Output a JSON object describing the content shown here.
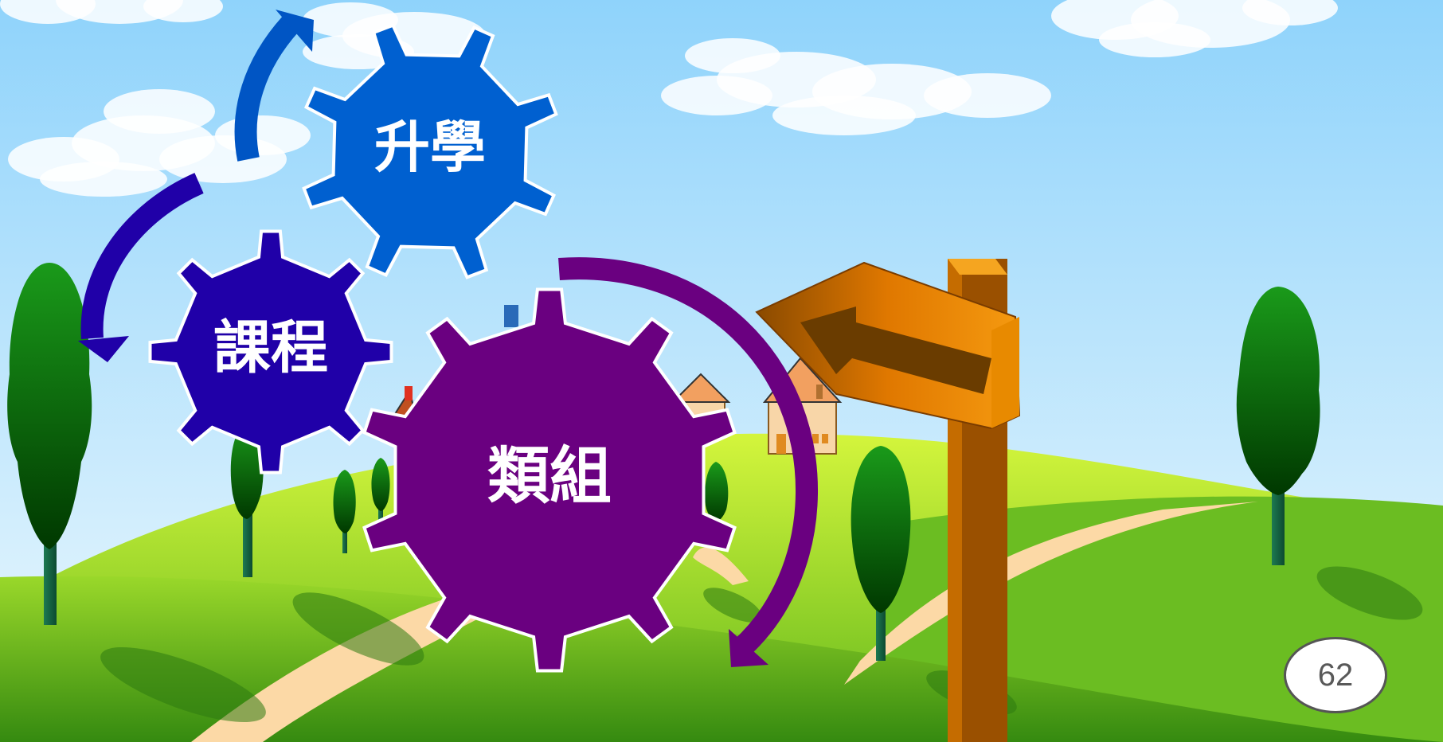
{
  "colors": {
    "sky_top": "#8fd3fb",
    "sky_bottom": "#e6f6fd",
    "grass_light": "#c8f03a",
    "grass_dark": "#3f9a12",
    "path": "#fcd9a6",
    "gear_shengxue": "#0060d0",
    "gear_kecheng": "#2000a8",
    "gear_leizu": "#6a0080",
    "signpost_orange": "#f28c00",
    "signpost_brown": "#9a5000"
  },
  "gears": {
    "shengxue": {
      "label": "升學"
    },
    "kecheng": {
      "label": "課程"
    },
    "leizu": {
      "label": "類組"
    }
  },
  "page_number": "62"
}
